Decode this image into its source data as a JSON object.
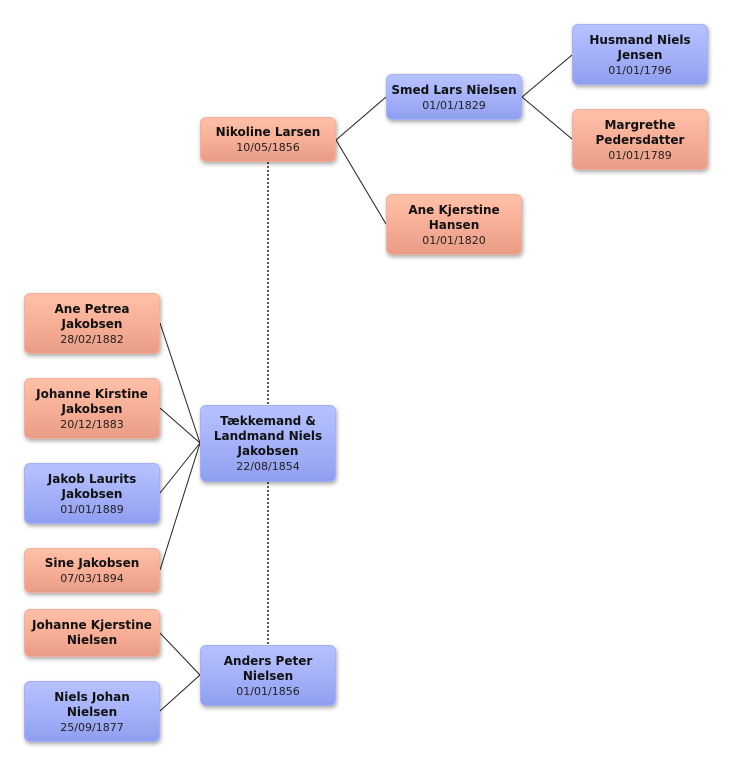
{
  "colors": {
    "female": "#f6ad95",
    "male": "#a3b0f8",
    "line": "#222222"
  },
  "people": {
    "husmand_niels": {
      "name": "Husmand Niels Jensen",
      "date": "01/01/1796",
      "sex": "male"
    },
    "margrethe": {
      "name": "Margrethe Pedersdatter",
      "date": "01/01/1789",
      "sex": "female"
    },
    "smed_lars": {
      "name": "Smed Lars Nielsen",
      "date": "01/01/1829",
      "sex": "male"
    },
    "ane_kjerstine": {
      "name": "Ane Kjerstine Hansen",
      "date": "01/01/1820",
      "sex": "female"
    },
    "nikoline": {
      "name": "Nikoline Larsen",
      "date": "10/05/1856",
      "sex": "female"
    },
    "taekkemand": {
      "name": "Tækkemand & Landmand Niels Jakobsen",
      "date": "22/08/1854",
      "sex": "male"
    },
    "anders_peter": {
      "name": "Anders Peter Nielsen",
      "date": "01/01/1856",
      "sex": "male"
    },
    "ane_petrea": {
      "name": "Ane Petrea Jakobsen",
      "date": "28/02/1882",
      "sex": "female"
    },
    "johanne_kirstine": {
      "name": "Johanne Kirstine Jakobsen",
      "date": "20/12/1883",
      "sex": "female"
    },
    "jakob_laurits": {
      "name": "Jakob Laurits Jakobsen",
      "date": "01/01/1889",
      "sex": "male"
    },
    "sine": {
      "name": "Sine Jakobsen",
      "date": "07/03/1894",
      "sex": "female"
    },
    "johanne_kjerstine": {
      "name": "Johanne Kjerstine Nielsen",
      "date": "",
      "sex": "female"
    },
    "niels_johan": {
      "name": "Niels Johan Nielsen",
      "date": "25/09/1877",
      "sex": "male"
    }
  }
}
